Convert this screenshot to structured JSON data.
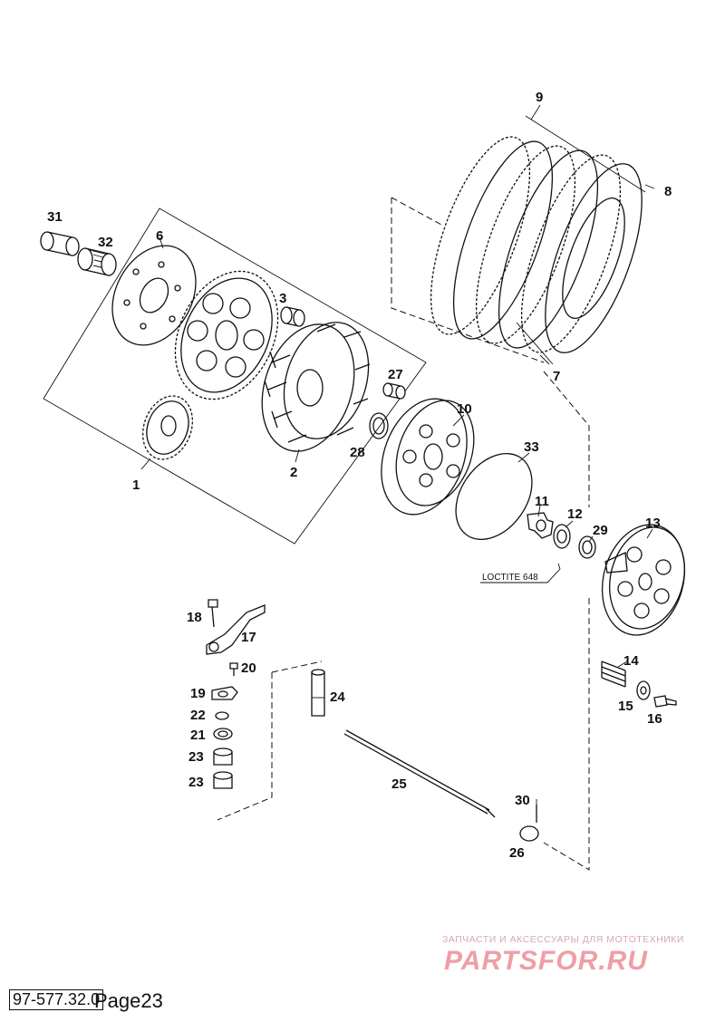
{
  "parts": [
    {
      "id": "1",
      "label": "1"
    },
    {
      "id": "2",
      "label": "2"
    },
    {
      "id": "3",
      "label": "3"
    },
    {
      "id": "6",
      "label": "6"
    },
    {
      "id": "7",
      "label": "7"
    },
    {
      "id": "8",
      "label": "8"
    },
    {
      "id": "9",
      "label": "9"
    },
    {
      "id": "10",
      "label": "10"
    },
    {
      "id": "11",
      "label": "11"
    },
    {
      "id": "12",
      "label": "12"
    },
    {
      "id": "13",
      "label": "13"
    },
    {
      "id": "14",
      "label": "14"
    },
    {
      "id": "15",
      "label": "15"
    },
    {
      "id": "16",
      "label": "16"
    },
    {
      "id": "17",
      "label": "17"
    },
    {
      "id": "18",
      "label": "18"
    },
    {
      "id": "19",
      "label": "19"
    },
    {
      "id": "20",
      "label": "20"
    },
    {
      "id": "21",
      "label": "21"
    },
    {
      "id": "22",
      "label": "22"
    },
    {
      "id": "23a",
      "label": "23"
    },
    {
      "id": "23b",
      "label": "23"
    },
    {
      "id": "24",
      "label": "24"
    },
    {
      "id": "25",
      "label": "25"
    },
    {
      "id": "26",
      "label": "26"
    },
    {
      "id": "27",
      "label": "27"
    },
    {
      "id": "28",
      "label": "28"
    },
    {
      "id": "29",
      "label": "29"
    },
    {
      "id": "30",
      "label": "30"
    },
    {
      "id": "31",
      "label": "31"
    },
    {
      "id": "32",
      "label": "32"
    },
    {
      "id": "33",
      "label": "33"
    }
  ],
  "annotations": {
    "loctite": "LOCTITE 648"
  },
  "footer": {
    "doc_number": "97-577.32.0",
    "page_label": "Page23"
  },
  "watermark": {
    "tagline": "ЗАПЧАСТИ И АКСЕССУАРЫ ДЛЯ МОТОТЕХНИКИ",
    "logo": "PARTSFOR.RU"
  },
  "colors": {
    "line": "#111111",
    "background": "#ffffff",
    "watermark": "#ef9ea6"
  }
}
